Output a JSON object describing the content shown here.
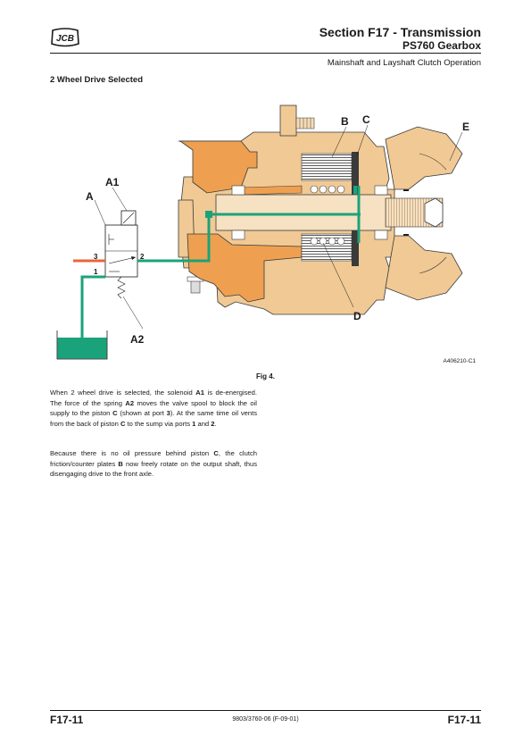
{
  "header": {
    "logo_text": "JCB",
    "section_title": "Section F17 - Transmission",
    "section_subtitle": "PS760 Gearbox",
    "topic": "Mainshaft and Layshaft Clutch Operation"
  },
  "heading": "2 Wheel Drive Selected",
  "figure": {
    "labels": {
      "A": "A",
      "A1": "A1",
      "A2": "A2",
      "B": "B",
      "C": "C",
      "D": "D",
      "E": "E",
      "port_1": "1",
      "port_2": "2",
      "port_3": "3"
    },
    "image_code": "A406210-C1",
    "caption": "Fig 4.",
    "colors": {
      "housing": "#f0c995",
      "clutch_housing": "#eea050",
      "oil": "#1aa37a",
      "supply": "#e8643c"
    }
  },
  "paragraphs": [
    [
      {
        "text": "When 2 wheel drive is selected, the solenoid "
      },
      {
        "text": "A1",
        "bold": true
      },
      {
        "text": " is de-energised. The force of the spring "
      },
      {
        "text": "A2",
        "bold": true
      },
      {
        "text": " moves the valve spool to block the oil supply to the piston "
      },
      {
        "text": "C",
        "bold": true
      },
      {
        "text": " (shown at port "
      },
      {
        "text": "3",
        "bold": true
      },
      {
        "text": "). At the same time oil vents from the back of piston "
      },
      {
        "text": "C",
        "bold": true
      },
      {
        "text": " to the sump via ports "
      },
      {
        "text": "1",
        "bold": true
      },
      {
        "text": " and "
      },
      {
        "text": "2",
        "bold": true
      },
      {
        "text": "."
      }
    ],
    [
      {
        "text": "Because there is no oil pressure behind piston "
      },
      {
        "text": "C",
        "bold": true
      },
      {
        "text": ", the clutch friction/counter plates "
      },
      {
        "text": "B",
        "bold": true
      },
      {
        "text": " now freely rotate on the output shaft, thus disengaging drive to the front axle."
      }
    ]
  ],
  "footer": {
    "page_left": "F17-11",
    "page_right": "F17-11",
    "doc_number": "9803/3760-06 (F-09-01)"
  }
}
